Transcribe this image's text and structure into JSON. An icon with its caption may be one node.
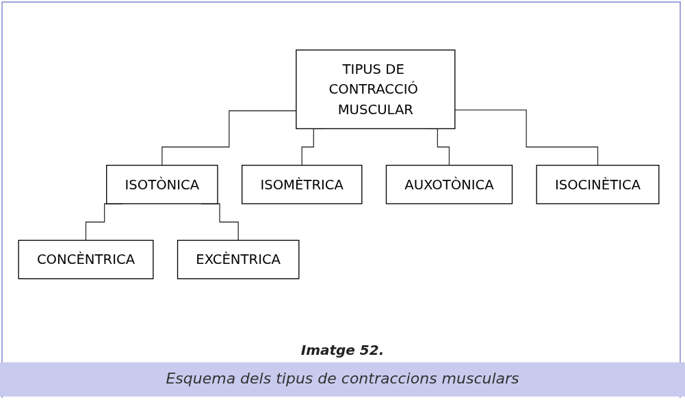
{
  "diagram": {
    "caption": "Esquema dels tipus de contraccions musculars",
    "nodes": [
      {
        "text": [
          "TIPUS DE CONTRACCIÓ MUSCULAR"
        ]
      },
      {
        "text": [
          "ISOTÒNICA"
        ]
      },
      {
        "text": [
          "ISOMÈTRICA"
        ]
      },
      {
        "text": [
          "AUXOTÒNICA"
        ]
      },
      {
        "text": [
          "ISOCINÈTICA"
        ]
      },
      {
        "text": [
          "CONCÈNTRICA"
        ]
      },
      {
        "text": [
          "EXCÈNTRICA"
        ]
      }
    ],
    "edges": [
      {
        "from": 0,
        "to": 1,
        "arrow": "none"
      },
      {
        "from": 0,
        "to": 2,
        "arrow": "none"
      },
      {
        "from": 0,
        "to": 3,
        "arrow": "none"
      },
      {
        "from": 0,
        "to": 4,
        "arrow": "none"
      },
      {
        "from": 1,
        "to": 5,
        "arrow": "none"
      },
      {
        "from": 1,
        "to": 6,
        "arrow": "none"
      }
    ],
    "labels": [
      "Imatge 52."
    ]
  }
}
